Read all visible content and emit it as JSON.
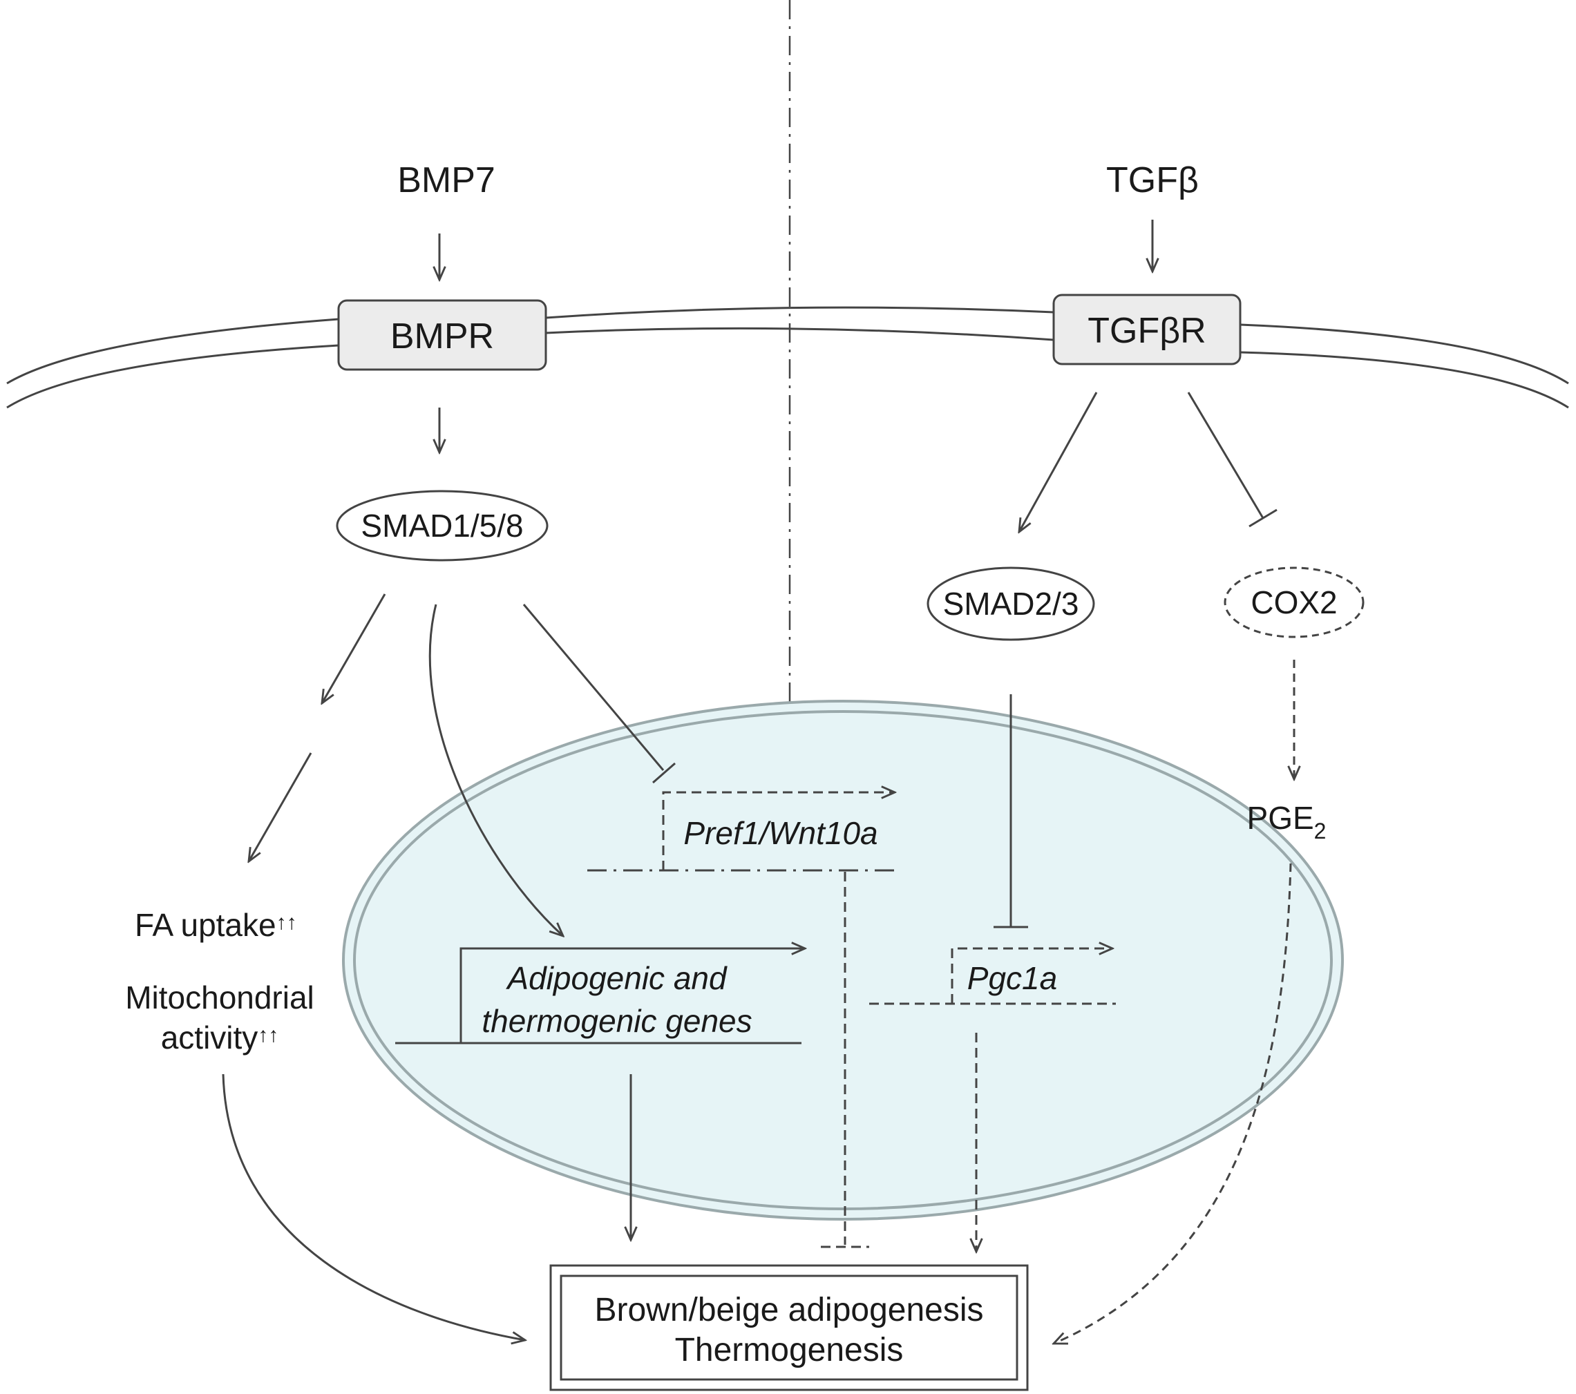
{
  "ligands": {
    "left": "BMP7",
    "right": "TGFβ"
  },
  "receptors": {
    "left": "BMPR",
    "right_main": "TGFβR"
  },
  "nodes": {
    "smad158": "SMAD1/5/8",
    "smad23": "SMAD2/3",
    "cox2": "COX2",
    "pge": "PGE",
    "pge_sub": "2"
  },
  "effects": {
    "fa_uptake": "FA uptake",
    "mito_line1": "Mitochondrial",
    "mito_line2": "activity",
    "up_marks": "↑↑"
  },
  "genes": {
    "pref1_wnt10a": "Pref1/Wnt10a",
    "adipo_line1": "Adipogenic and",
    "adipo_line2": "thermogenic genes",
    "pgc1a": "Pgc1a"
  },
  "outcome": {
    "line1": "Brown/beige adipogenesis",
    "line2": "Thermogenesis"
  },
  "colors": {
    "line": "#444444",
    "receptor_fill": "#ececec",
    "nucleus_fill": "#e6f4f6",
    "nucleus_stroke": "#9aa9ab"
  }
}
